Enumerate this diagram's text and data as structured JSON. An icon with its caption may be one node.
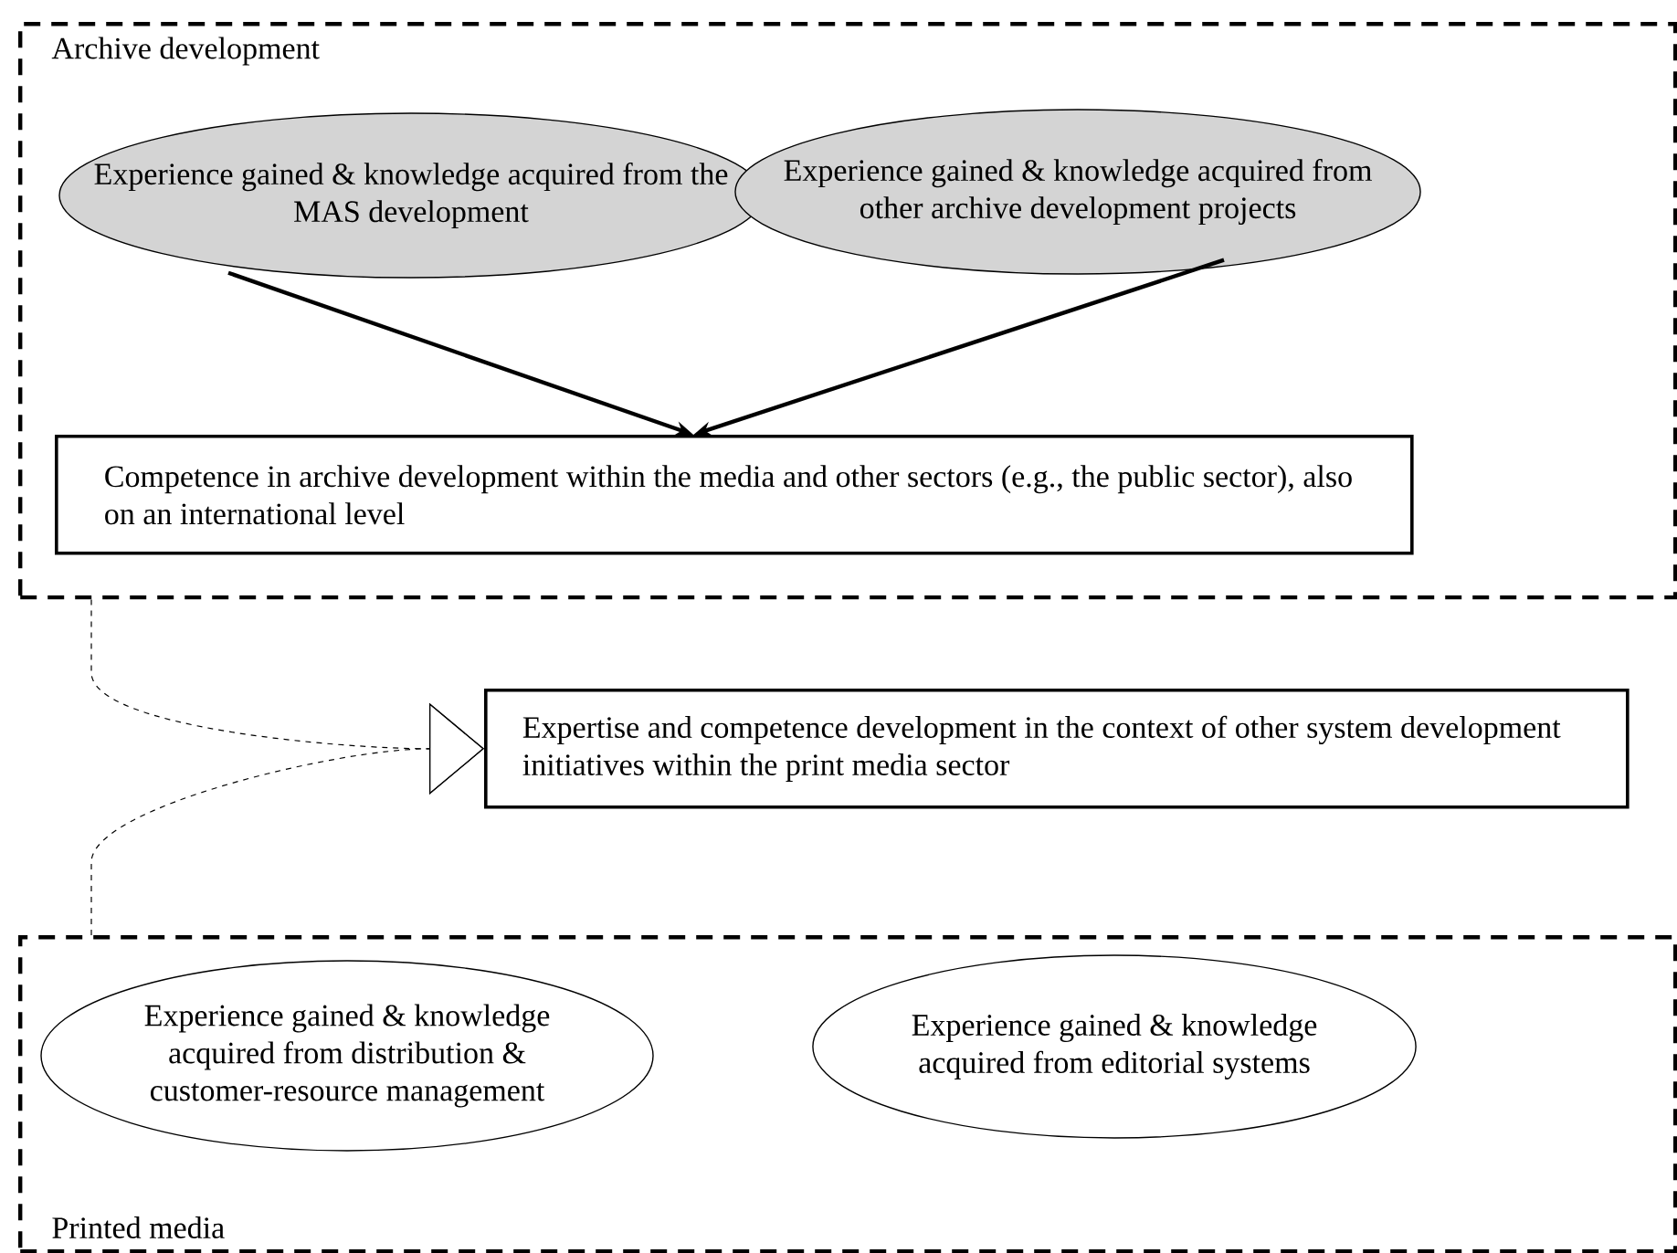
{
  "diagram": {
    "nodes": [
      {
        "text": [
          "Archive development"
        ]
      },
      {
        "text": [
          "Experience gained & knowledge acquired from the MAS development"
        ],
        "in": 0
      },
      {
        "text": [
          "Experience gained & knowledge acquired from other archive development projects"
        ],
        "in": 0
      },
      {
        "text": [
          "Competence in archive development within the media and other sectors (e.g., the public sector), also on an international level"
        ],
        "in": 0
      },
      {
        "text": [
          "Expertise and competence development in the context of other system development initiatives within the print media sector"
        ]
      },
      {
        "text": [
          "Printed media"
        ]
      },
      {
        "text": [
          "Experience gained & knowledge acquired from distribution & customer-resource management"
        ],
        "in": 5
      },
      {
        "text": [
          "Experience gained & knowledge acquired from editorial systems"
        ],
        "in": 5
      }
    ],
    "edges": [
      {
        "from": 1,
        "to": 3,
        "arrow": "to",
        "style": "thick"
      },
      {
        "from": 2,
        "to": 3,
        "arrow": "to",
        "style": "thick"
      },
      {
        "from": 0,
        "to": 4,
        "arrow": "to",
        "style": "dashed"
      },
      {
        "from": 5,
        "to": 4,
        "arrow": "to",
        "style": "dashed"
      }
    ]
  }
}
